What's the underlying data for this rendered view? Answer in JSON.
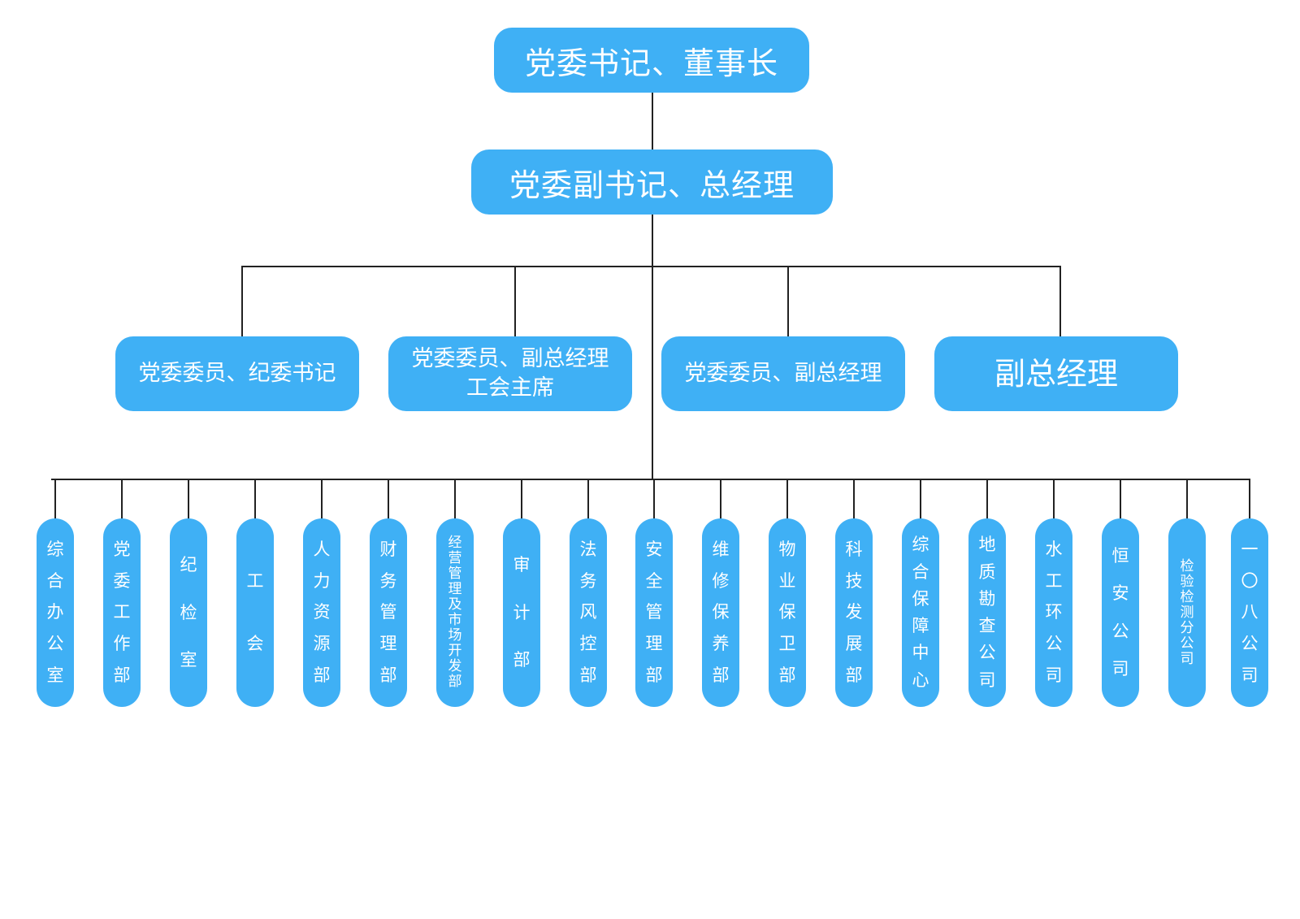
{
  "chairman": "党委书记、董事长",
  "general_manager": "党委副书记、总经理",
  "deputies": [
    {
      "lines": [
        "党委委员、纪委书记"
      ]
    },
    {
      "lines": [
        "党委委员、副总经理",
        "工会主席"
      ]
    },
    {
      "lines": [
        "党委委员、副总经理"
      ]
    },
    {
      "lines": [
        "副总经理"
      ]
    }
  ],
  "departments": [
    "综合办公室",
    "党委工作部",
    "纪检室",
    "工会",
    "人力资源部",
    "财务管理部",
    "经营管理及市场开发部",
    "审计部",
    "法务风控部",
    "安全管理部",
    "维修保养部",
    "物业保卫部",
    "科技发展部",
    "综合保障中心",
    "地质勘查公司",
    "水工环公司",
    "恒安公司",
    "检验检测分公司",
    "一〇八公司"
  ],
  "colors": {
    "box": "#3fb0f5",
    "text": "#ffffff",
    "line": "#222222"
  }
}
